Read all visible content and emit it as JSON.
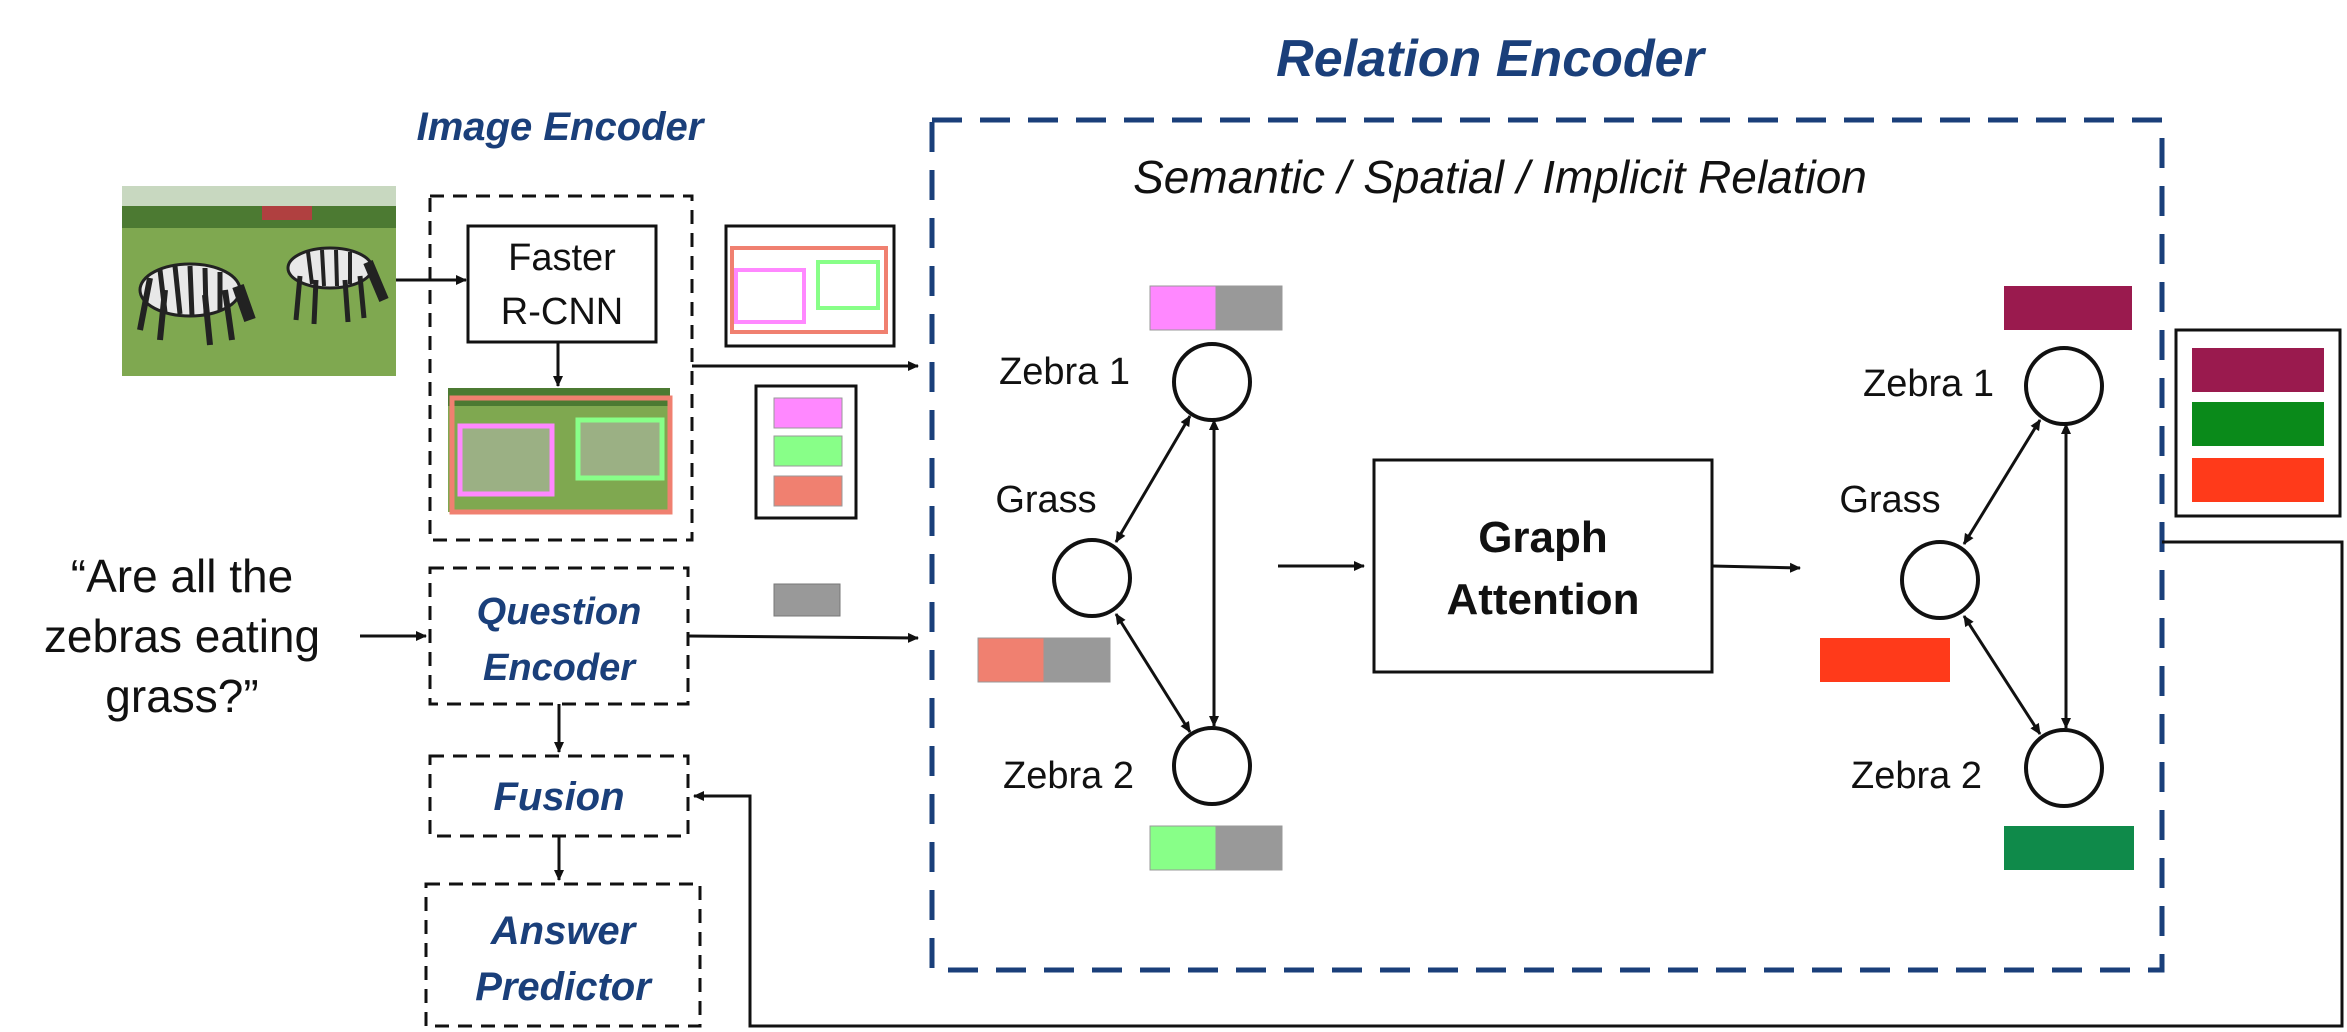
{
  "relation_encoder": {
    "title": "Relation Encoder",
    "subtitle": "Semantic / Spatial / Implicit Relation"
  },
  "image_encoder": {
    "title": "Image Encoder",
    "detector_line1": "Faster",
    "detector_line2": "R-CNN"
  },
  "question": {
    "line1": "“Are all the",
    "line2": "zebras eating",
    "line3": "grass?”"
  },
  "modules": {
    "question_encoder_line1": "Question",
    "question_encoder_line2": "Encoder",
    "fusion": "Fusion",
    "answer_predictor_line1": "Answer",
    "answer_predictor_line2": "Predictor"
  },
  "graph_left": {
    "zebra1": "Zebra 1",
    "grass": "Grass",
    "zebra2": "Zebra 2"
  },
  "graph_attention": {
    "line1": "Graph",
    "line2": "Attention"
  },
  "graph_right": {
    "zebra1": "Zebra 1",
    "grass": "Grass",
    "zebra2": "Zebra 2"
  },
  "colors": {
    "title_blue": "#1a3f7a",
    "dash_blue": "#1a3f7a",
    "pink_feature": "#ff88ff",
    "green_feature": "#88ff88",
    "salmon_feature": "#f08070",
    "gray_question": "#999999",
    "out_maroon": "#9a1a4e",
    "out_green": "#0a8a1a",
    "out_red": "#ff3a1a",
    "out_teal_green": "#0f8a4a"
  }
}
